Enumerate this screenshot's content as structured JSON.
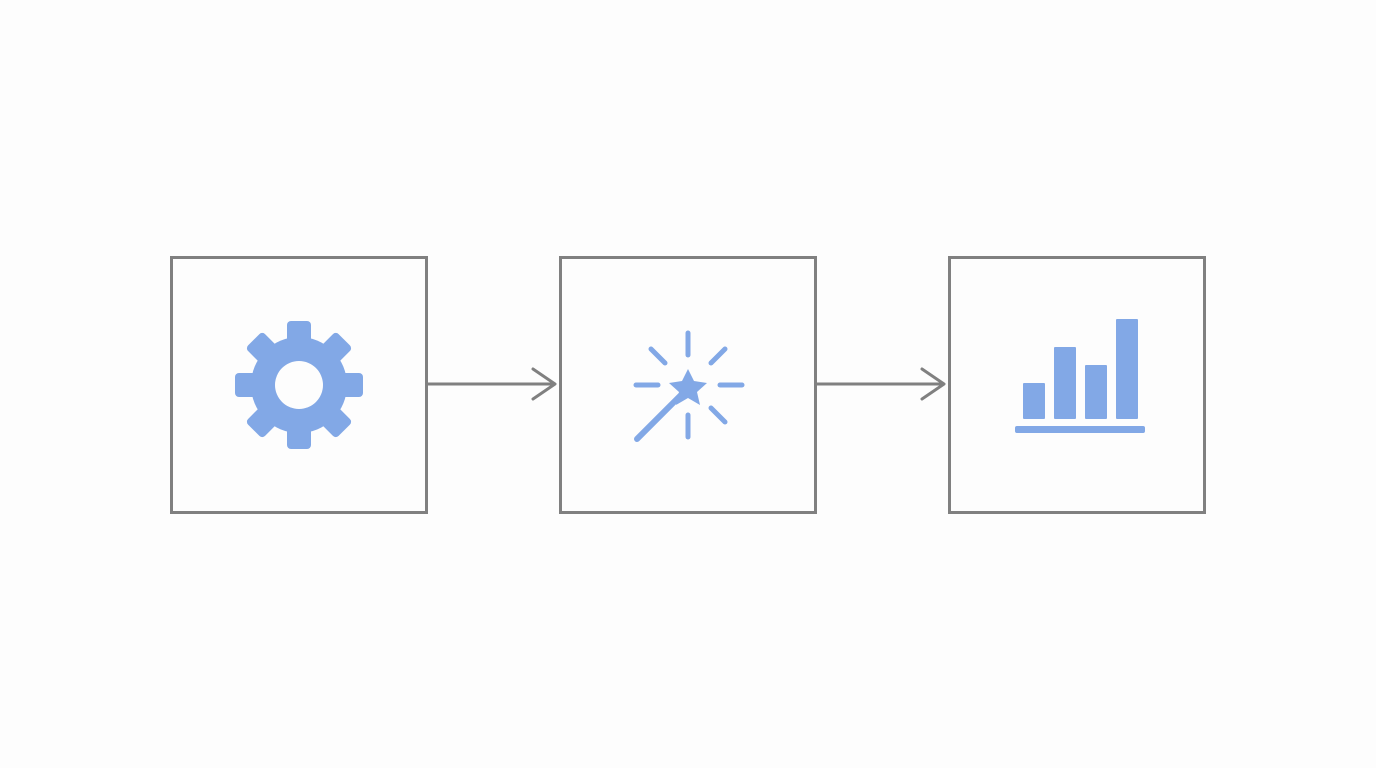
{
  "colors": {
    "box_border": "#808080",
    "arrow": "#808080",
    "icon_fill": "#82a8e6",
    "background": "#fdfdfd"
  },
  "diagram": {
    "steps": [
      {
        "icon": "gear-icon"
      },
      {
        "icon": "magic-wand-icon"
      },
      {
        "icon": "bar-chart-icon"
      }
    ],
    "connectors": [
      {
        "from": 1,
        "to": 2,
        "direction": "right"
      },
      {
        "from": 2,
        "to": 3,
        "direction": "right"
      }
    ]
  }
}
